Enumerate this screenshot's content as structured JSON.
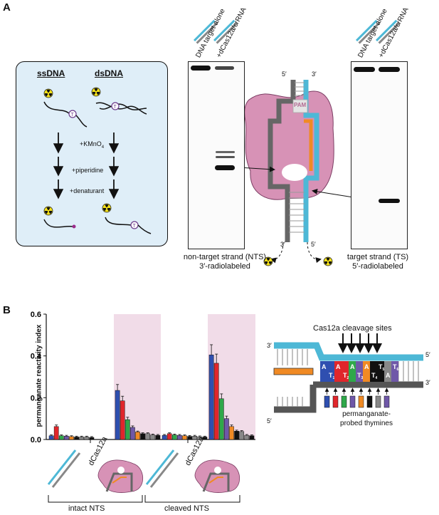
{
  "panel_a": {
    "letter": "A",
    "box": {
      "ss_title": "ssDNA",
      "ds_title": "dsDNA",
      "step1": "+KMnO",
      "step1_sub": "4",
      "step2": "+piperidine",
      "step3": "+denaturant",
      "thymine": "T"
    },
    "lanes_left": [
      "DNA target alone",
      "+dCas12a/crRNA"
    ],
    "lanes_right": [
      "DNA target alone",
      "+dCas12a/crRNA"
    ],
    "nts_label_line1": "non-target strand (NTS)",
    "nts_label_line2": "3′-radiolabeled",
    "ts_label_line1": "target strand (TS)",
    "ts_label_line2": "5′-radiolabeled",
    "ends": {
      "top_left": "5′",
      "top_right": "3′",
      "bottom_left": "3′",
      "bottom_right": "5′"
    },
    "pam": "PAM"
  },
  "panel_b": {
    "letter": "B",
    "ylabel": "permanganate reactivity index",
    "yticks": [
      "0.0",
      "0.2",
      "0.4",
      "0.6"
    ],
    "dcas_label_1": "dCas12a",
    "dcas_label_2": "dCas12a",
    "group_intact": "intact NTS",
    "group_cleaved": "cleaved NTS",
    "schematic": {
      "title": "Cas12a cleavage sites",
      "probed": "permanganate-",
      "probed2": "probed thymines",
      "end_top_left": "3′",
      "end_top_right": "5′",
      "end_mid_right": "3′",
      "end_bottom_left": "5′",
      "bases": [
        "A",
        "T",
        "A",
        "T",
        "A",
        "T",
        "A",
        "T",
        "T",
        "A",
        "T"
      ],
      "subs": [
        "",
        "1",
        "",
        "2",
        "",
        "3",
        "",
        "4",
        "5",
        "",
        "6"
      ]
    }
  },
  "chart_data": {
    "type": "bar",
    "ylabel": "permanganate reactivity index",
    "ylim": [
      0,
      0.6
    ],
    "colors": [
      "#2f4fb0",
      "#e0262b",
      "#2fa84a",
      "#6f58a8",
      "#f08a24",
      "#111111",
      "#888888"
    ],
    "groups": [
      {
        "values": [
          0.018,
          0.062,
          0.018,
          0.016,
          0.014,
          0.012,
          0.012,
          0.012,
          0.01
        ]
      },
      {
        "values": [
          0.235,
          0.185,
          0.095,
          0.058,
          0.036,
          0.028,
          0.028,
          0.022,
          0.02
        ]
      },
      {
        "values": [
          0.02,
          0.028,
          0.022,
          0.02,
          0.018,
          0.015,
          0.016,
          0.013,
          0.012
        ]
      },
      {
        "values": [
          0.405,
          0.365,
          0.195,
          0.1,
          0.062,
          0.04,
          0.038,
          0.02,
          0.018
        ]
      }
    ]
  }
}
